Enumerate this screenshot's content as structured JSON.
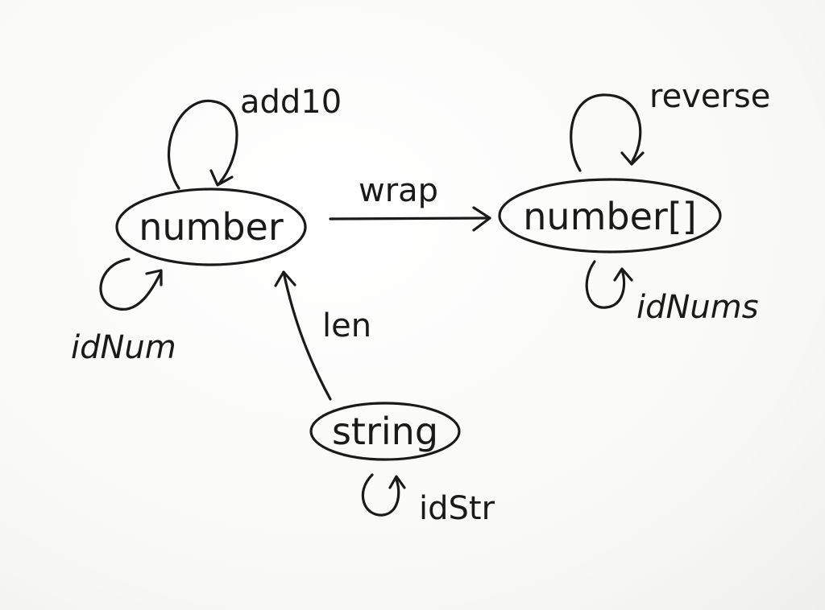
{
  "nodes": {
    "number": "number",
    "number_array": "number[]",
    "string": "string"
  },
  "edges": {
    "add10": "add10",
    "wrap": "wrap",
    "reverse": "reverse",
    "idNum": "idNum",
    "idNums": "idNums",
    "len": "len",
    "idStr": "idStr"
  }
}
